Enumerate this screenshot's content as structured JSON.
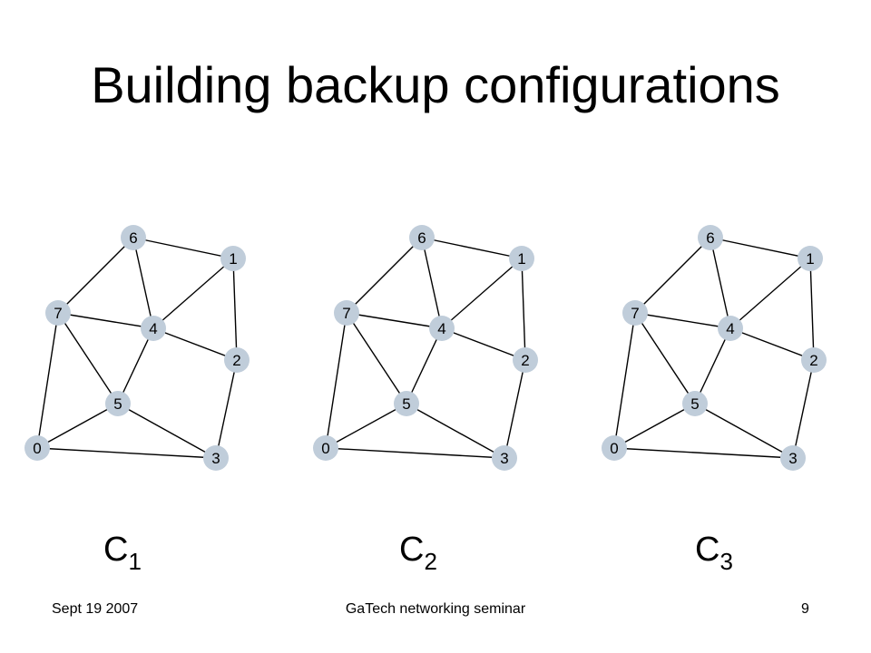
{
  "slide": {
    "title": "Building backup configurations",
    "footer_left": "Sept 19 2007",
    "footer_center": "GaTech networking seminar",
    "page_number": "9"
  },
  "graph": {
    "nodes": [
      "0",
      "1",
      "2",
      "3",
      "4",
      "5",
      "6",
      "7"
    ],
    "edges": [
      [
        "6",
        "1"
      ],
      [
        "6",
        "7"
      ],
      [
        "6",
        "4"
      ],
      [
        "1",
        "4"
      ],
      [
        "1",
        "2"
      ],
      [
        "7",
        "4"
      ],
      [
        "7",
        "5"
      ],
      [
        "7",
        "0"
      ],
      [
        "4",
        "2"
      ],
      [
        "4",
        "5"
      ],
      [
        "2",
        "3"
      ],
      [
        "5",
        "0"
      ],
      [
        "5",
        "3"
      ],
      [
        "0",
        "3"
      ]
    ],
    "node_fill": "#C0CDDA",
    "edge_color": "#000000"
  },
  "configurations": [
    {
      "letter": "C",
      "index": "1"
    },
    {
      "letter": "C",
      "index": "2"
    },
    {
      "letter": "C",
      "index": "3"
    }
  ]
}
